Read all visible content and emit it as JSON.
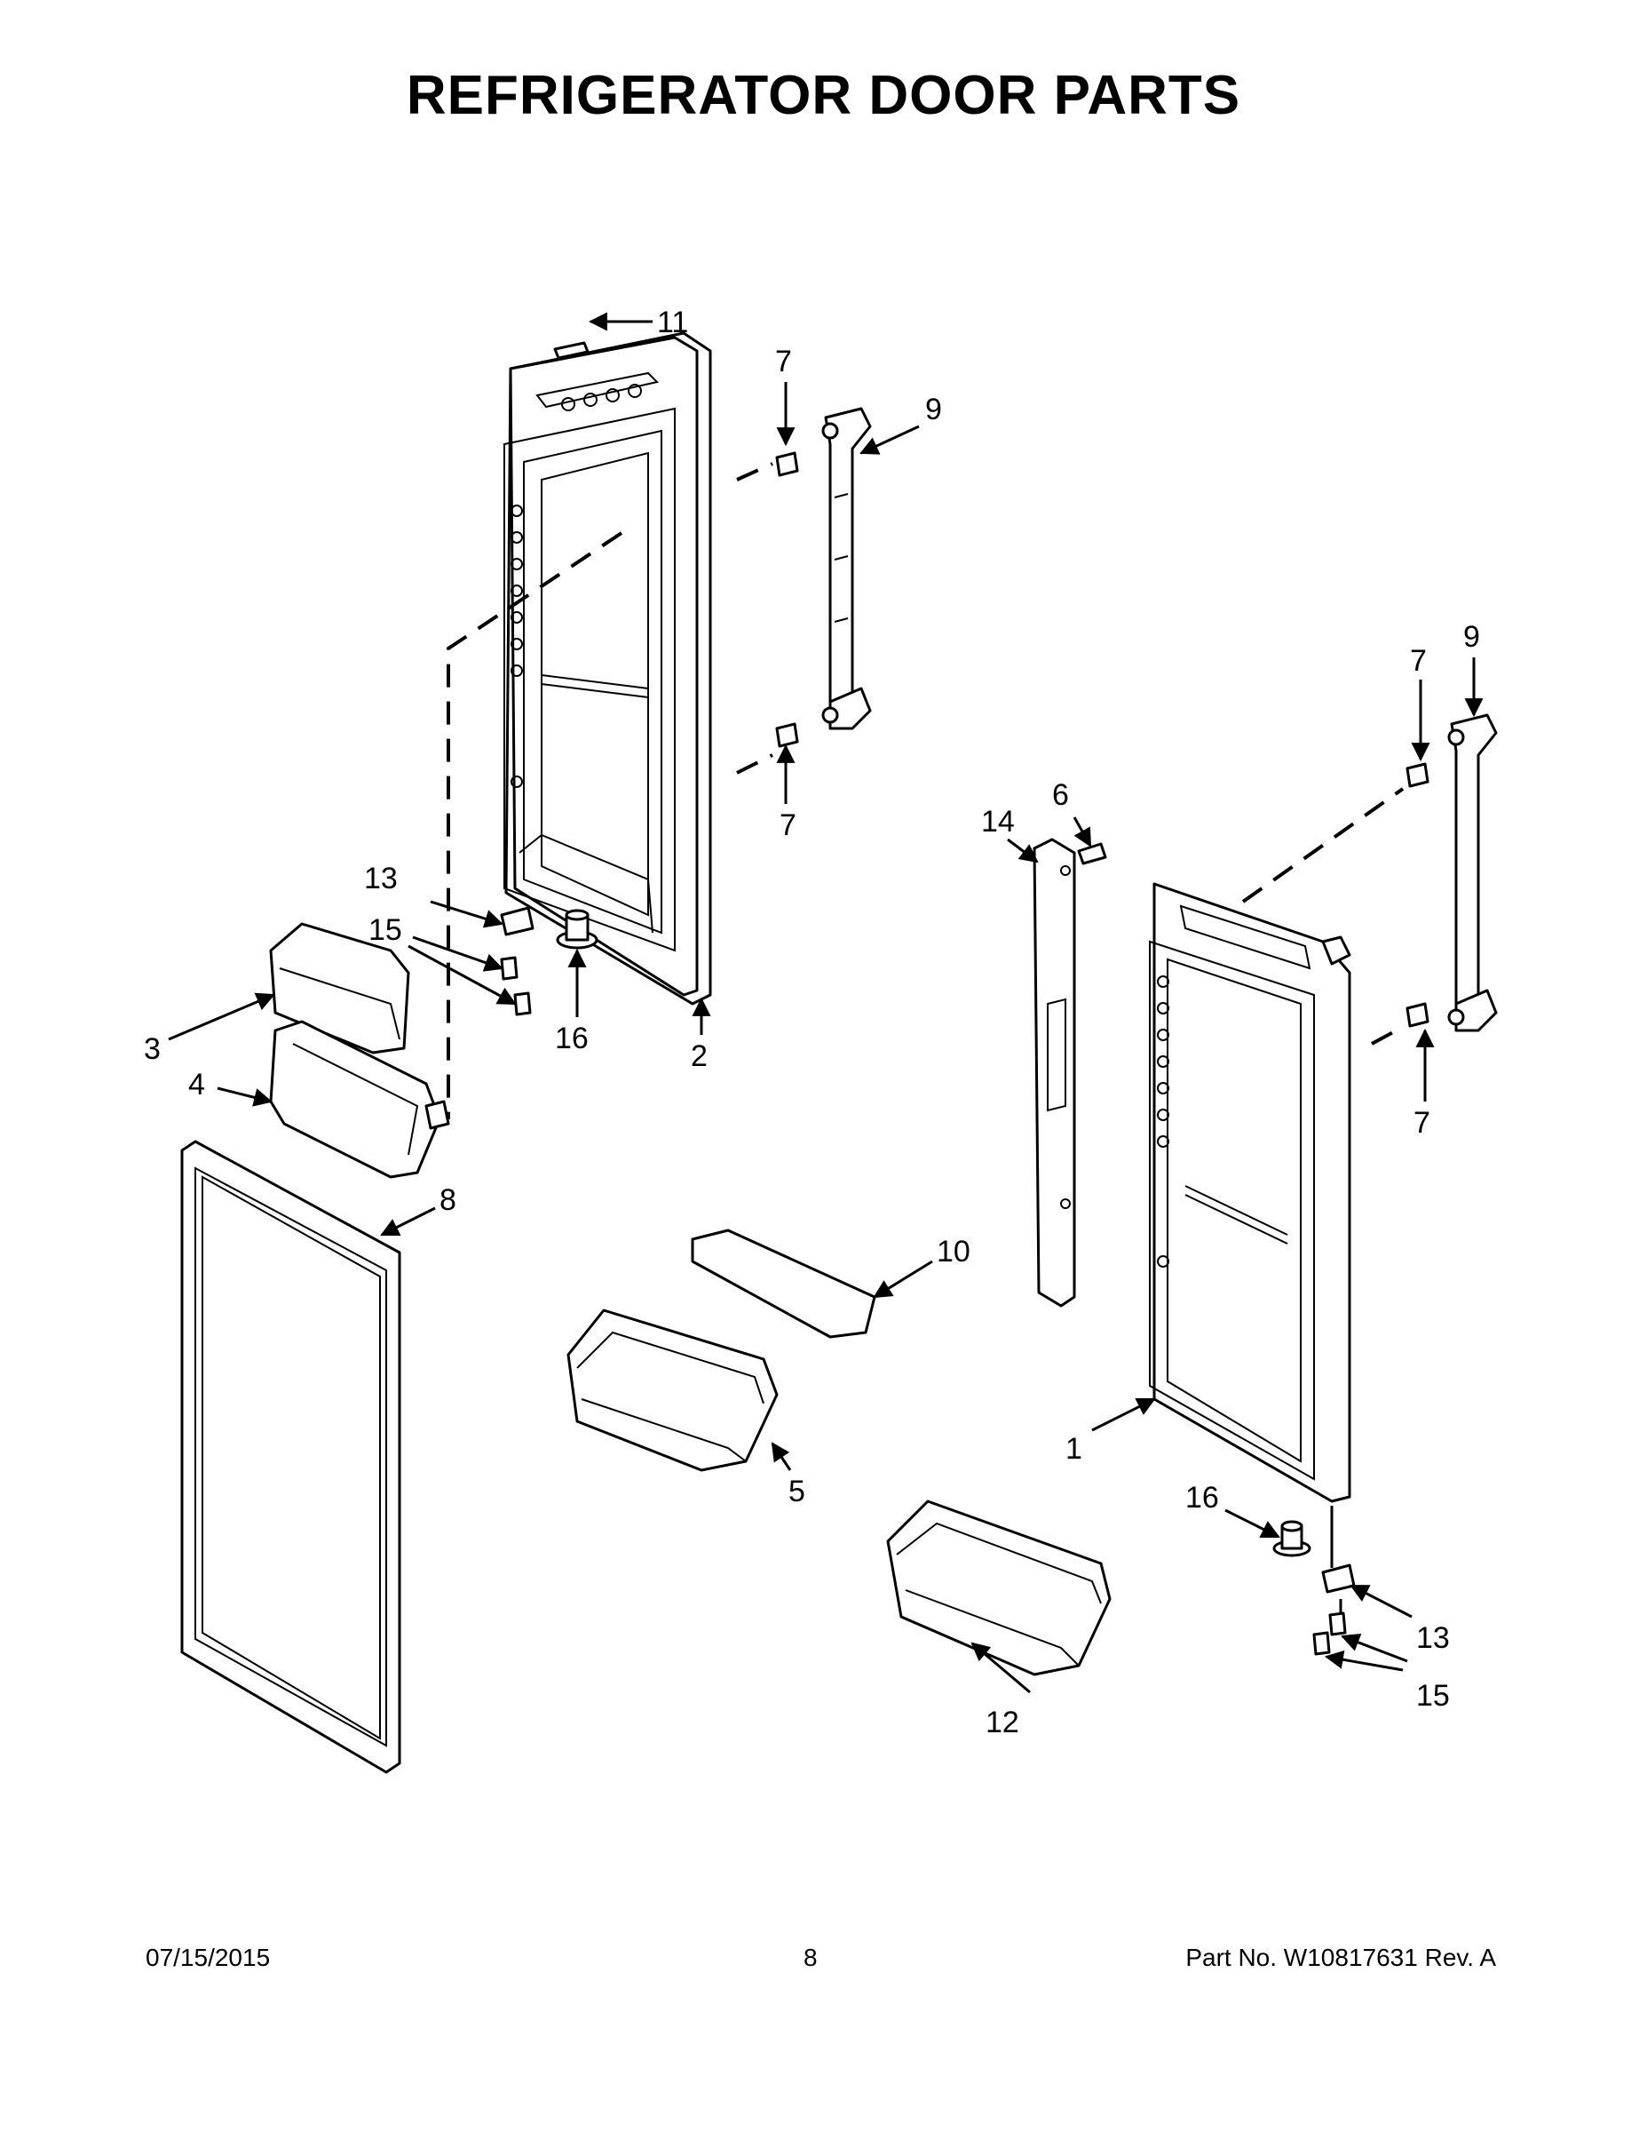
{
  "title": "REFRIGERATOR DOOR PARTS",
  "footer": {
    "date": "07/15/2015",
    "page": "8",
    "part_number": "Part No.  W10817631  Rev.  A"
  },
  "callouts": {
    "c1": "1",
    "c2": "2",
    "c3": "3",
    "c4": "4",
    "c5": "5",
    "c6": "6",
    "c7a": "7",
    "c7b": "7",
    "c7c": "7",
    "c7d": "7",
    "c8": "8",
    "c9a": "9",
    "c9b": "9",
    "c10": "10",
    "c11": "11",
    "c12": "12",
    "c13a": "13",
    "c13b": "13",
    "c14": "14",
    "c15a": "15",
    "c15b": "15",
    "c16a": "16",
    "c16b": "16"
  }
}
